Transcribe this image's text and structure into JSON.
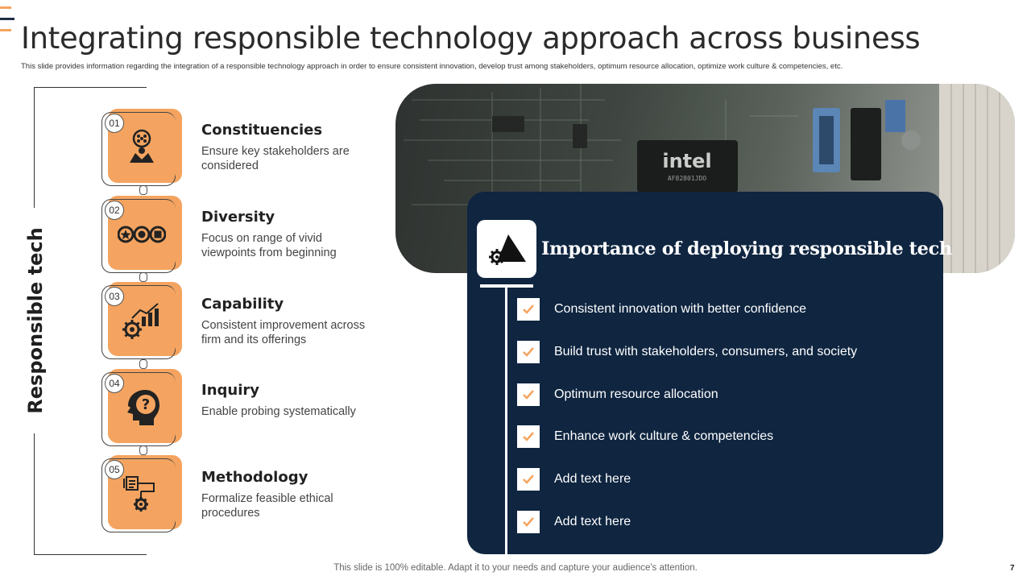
{
  "title": "Integrating responsible technology approach across business",
  "subtitle": "This slide provides information regarding the integration of a responsible technology approach in order to ensure consistent innovation, develop trust among stakeholders, optimum resource allocation, optimize  work culture & competencies, etc.",
  "side_label": "Responsible tech",
  "steps": [
    {
      "num": "01",
      "title": "Constituencies",
      "desc": "Ensure key stakeholders are considered",
      "icon": "stakeholders-icon"
    },
    {
      "num": "02",
      "title": "Diversity",
      "desc": "Focus on range of vivid viewpoints from beginning",
      "icon": "diversity-icon"
    },
    {
      "num": "03",
      "title": "Capability",
      "desc": "Consistent improvement across firm and its offerings",
      "icon": "capability-icon"
    },
    {
      "num": "04",
      "title": "Inquiry",
      "desc": "Enable probing systematically",
      "icon": "inquiry-icon"
    },
    {
      "num": "05",
      "title": "Methodology",
      "desc": "Formalize feasible ethical procedures",
      "icon": "methodology-icon"
    }
  ],
  "panel": {
    "title": "Importance of deploying responsible tech",
    "items": [
      "Consistent innovation with better confidence",
      "Build trust with stakeholders, consumers, and society",
      "Optimum resource allocation",
      "Enhance work culture  & competencies",
      "Add text here",
      "Add text here"
    ]
  },
  "footer": "This slide is 100% editable. Adapt it to your needs and capture your audience's attention.",
  "page_number": "7",
  "colors": {
    "accent": "#f4a460",
    "panel": "#0f2540"
  }
}
